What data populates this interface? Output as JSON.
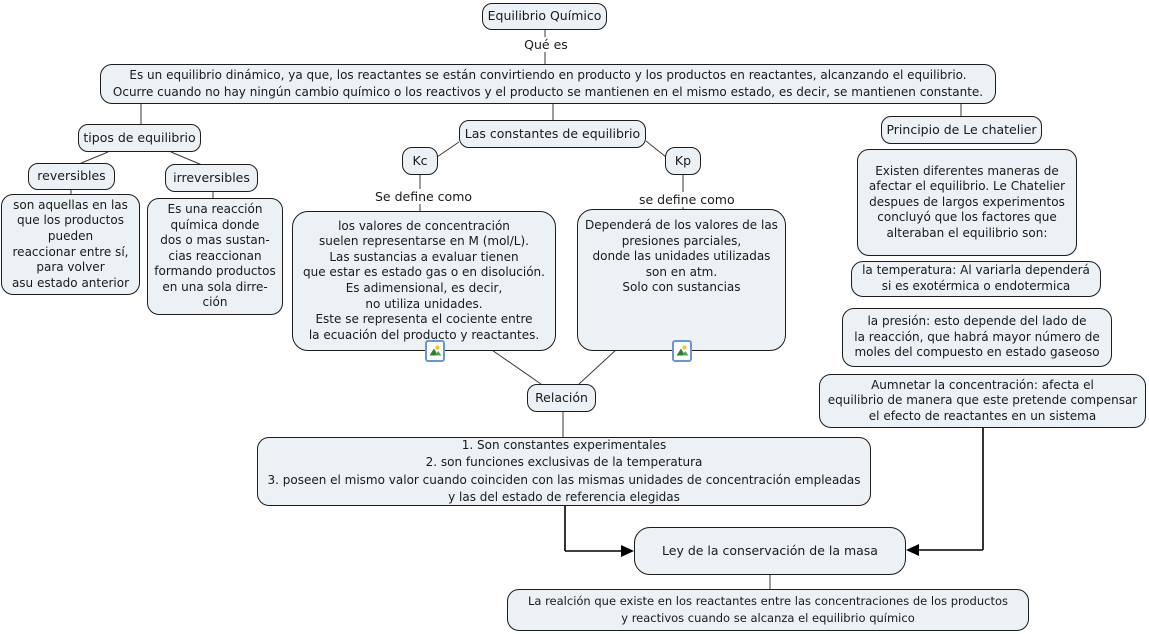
{
  "map_title": "Equilibrio Químico",
  "colors": {
    "node_fill": "#ebf1f4",
    "node_border": "#1c1c1c",
    "connector": "#3a3a3a",
    "arrow": "#000000",
    "attachment_border": "#6b96d6"
  },
  "icons": {
    "kc_attachment": "image-attachment-icon",
    "kp_attachment": "image-attachment-icon"
  },
  "nodes": {
    "root": "Equilibrio Químico",
    "link_que_es": "Qué es",
    "definition": "Es un equilibrio dinámico, ya que, los reactantes se están convirtiendo en producto y los productos en reactantes, alcanzando el equilibrio.\nOcurre cuando no hay ningún cambio químico o los reactivos y el producto se mantienen en el mismo estado, es decir, se mantienen constante.",
    "tipos": "tipos de equilibrio",
    "reversibles": "reversibles",
    "irreversibles": "irreversibles",
    "reversibles_desc": "son aquellas en las\nque los productos\npueden\nreaccionar entre sí,\npara volver\nasu estado anterior",
    "irreversibles_desc": "Es una reacción\nquímica donde\ndos  o mas sustan-\ncias reaccionan\nformando productos\nen una sola dirre-\nción",
    "constantes": "Las constantes de equilibrio",
    "kc": "Kc",
    "kp": "Kp",
    "kc_link": "Se define como",
    "kp_link": "se define como",
    "kc_desc": "los valores de concentración\nsuelen representarse en M (mol/L).\nLas sustancias a evaluar tienen\nque estar es estado gas o en disolución.\nEs adimensional, es decir,\nno utiliza unidades.\nEste se representa el cociente entre\nla ecuación del producto y reactantes.",
    "kp_desc": "Dependerá de los valores de las\npresiones parciales,\ndonde las unidades utilizadas\nson en atm.\nSolo con sustancias",
    "relacion": "Relación",
    "relacion_desc": "1. Son constantes experimentales\n2. son funciones exclusivas de la temperatura\n3. poseen el mismo valor cuando coinciden con las mismas unidades de concentración empleadas\ny las del estado de referencia elegidas",
    "principio": "Principio de Le chatelier",
    "principio_desc": "Existen diferentes maneras de\nafectar el equilibrio. Le Chatelier\ndespues de largos experimentos\nconcluyó que los factores que\nalteraban el equilibrio son:",
    "temperatura": "la temperatura: Al variarla dependerá\nsi es exotérmica o endotermica",
    "presion": "la presión: esto depende del lado de\nla reacción, que habrá mayor número de\nmoles del compuesto en estado gaseoso",
    "concentracion": "Aumnetar la concentración: afecta el\nequilibrio de manera que este pretende compensar\nel efecto de reactantes en un sistema",
    "ley": "Ley de la conservación de la masa",
    "ley_desc": "La realción que existe en los reactantes entre las concentraciones de los productos\ny reactivos cuando se alcanza el equilibrio químico"
  }
}
